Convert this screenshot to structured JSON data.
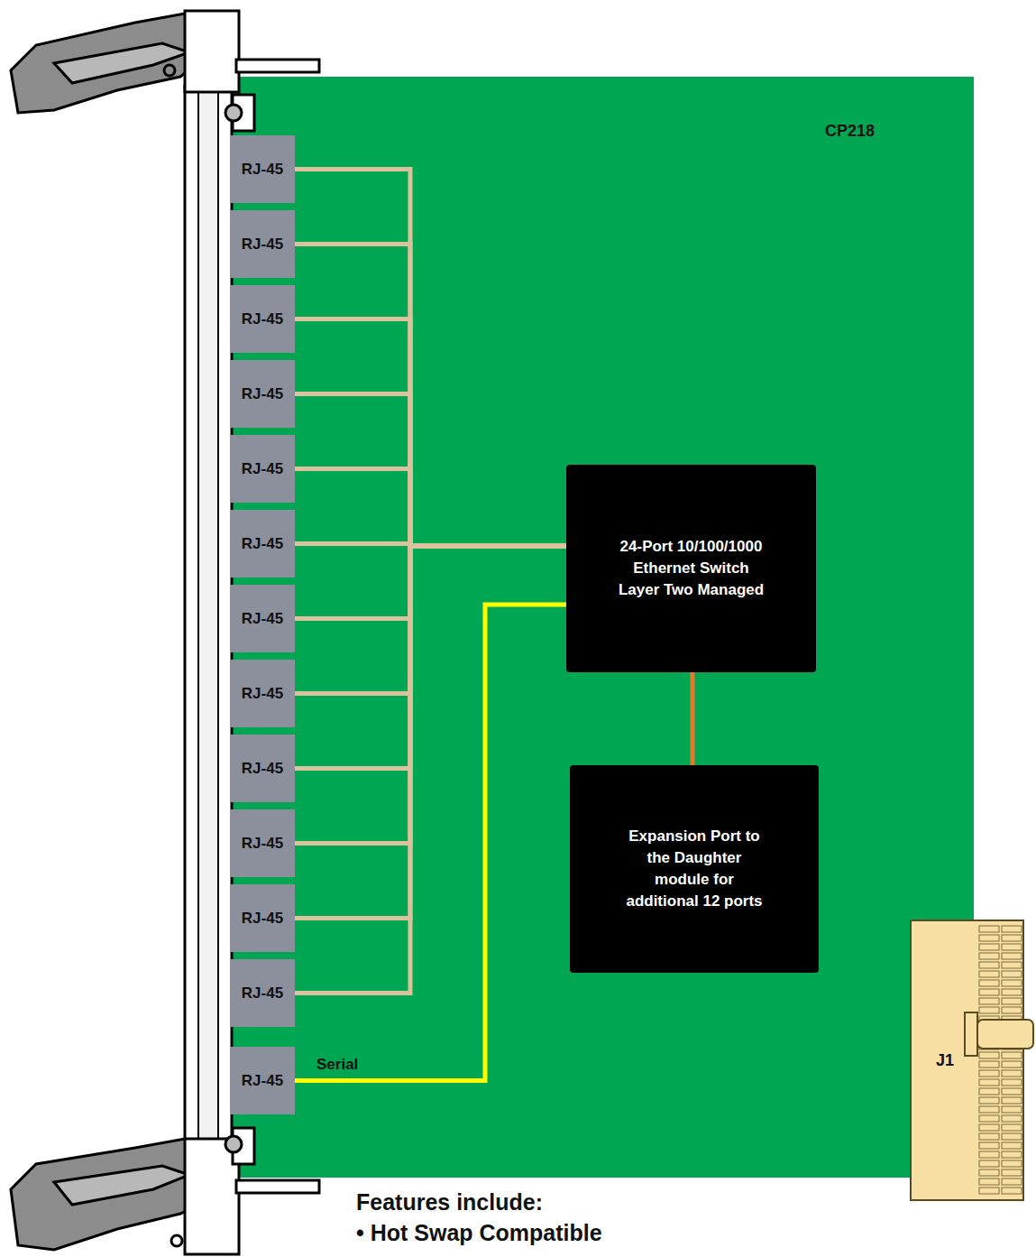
{
  "diagram": {
    "nodes": [
      {
        "text": [
          "CP218"
        ]
      },
      {
        "text": [
          "RJ-45"
        ]
      },
      {
        "text": [
          "RJ-45"
        ]
      },
      {
        "text": [
          "RJ-45"
        ]
      },
      {
        "text": [
          "RJ-45"
        ]
      },
      {
        "text": [
          "RJ-45"
        ]
      },
      {
        "text": [
          "RJ-45"
        ]
      },
      {
        "text": [
          "RJ-45"
        ]
      },
      {
        "text": [
          "RJ-45"
        ]
      },
      {
        "text": [
          "RJ-45"
        ]
      },
      {
        "text": [
          "RJ-45"
        ]
      },
      {
        "text": [
          "RJ-45"
        ]
      },
      {
        "text": [
          "RJ-45"
        ]
      },
      {
        "text": [
          "RJ-45"
        ]
      },
      {
        "text": [
          "24-Port 10/100/1000 Ethernet Switch Layer Two Managed"
        ],
        "in": 0
      },
      {
        "text": [
          "Expansion Port to the Daughter module for additional 12 ports"
        ],
        "in": 0
      },
      {
        "text": [
          "J1"
        ]
      }
    ],
    "edges": [
      {
        "from": 1,
        "to": 14,
        "arrow": "none"
      },
      {
        "from": 2,
        "to": 14,
        "arrow": "none"
      },
      {
        "from": 3,
        "to": 14,
        "arrow": "none"
      },
      {
        "from": 4,
        "to": 14,
        "arrow": "none"
      },
      {
        "from": 5,
        "to": 14,
        "arrow": "none"
      },
      {
        "from": 6,
        "to": 14,
        "arrow": "none"
      },
      {
        "from": 7,
        "to": 14,
        "arrow": "none"
      },
      {
        "from": 8,
        "to": 14,
        "arrow": "none"
      },
      {
        "from": 9,
        "to": 14,
        "arrow": "none"
      },
      {
        "from": 10,
        "to": 14,
        "arrow": "none"
      },
      {
        "from": 11,
        "to": 14,
        "arrow": "none"
      },
      {
        "from": 12,
        "to": 14,
        "arrow": "none"
      },
      {
        "from": 13,
        "to": 14,
        "label": "Serial",
        "arrow": "none"
      },
      {
        "from": 14,
        "to": 15,
        "arrow": "none"
      }
    ],
    "labels": [
      "Features include:",
      "• Hot Swap Compatible"
    ]
  }
}
